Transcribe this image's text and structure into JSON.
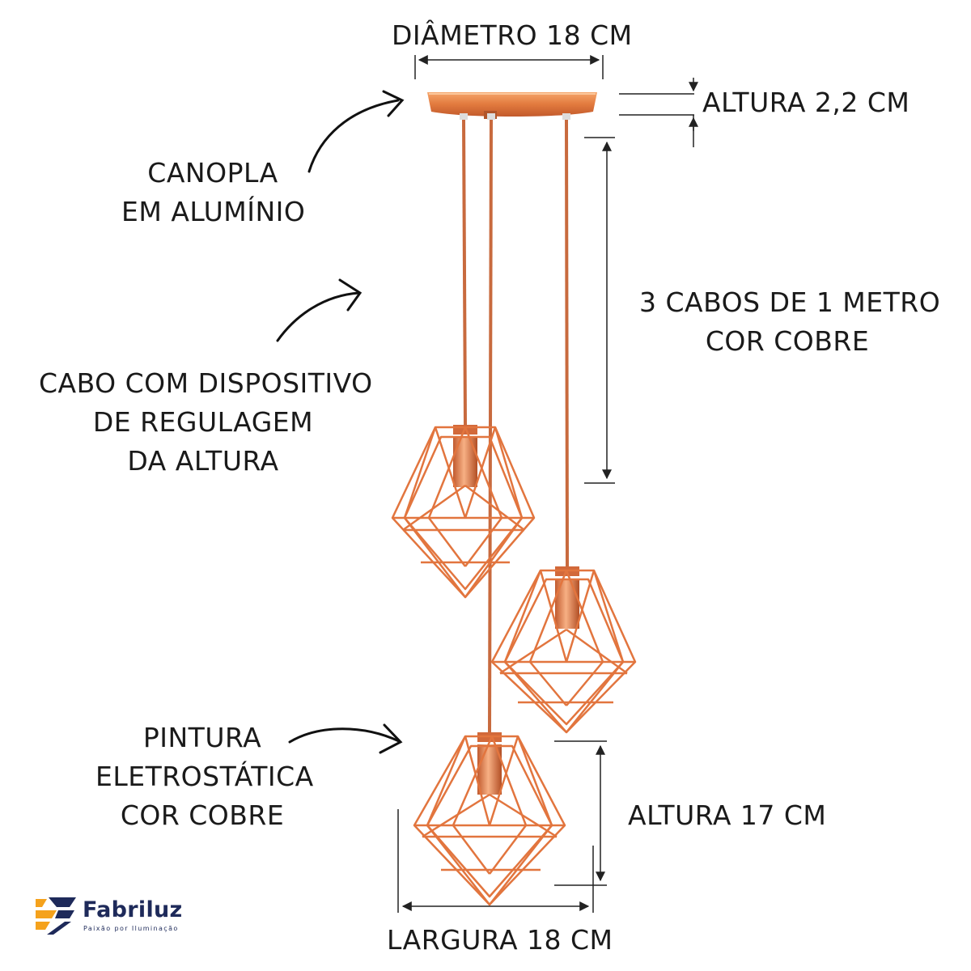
{
  "labels": {
    "diametro": "DIÂMETRO 18 CM",
    "altura_canopla": "ALTURA 2,2 CM",
    "canopla": [
      "CANOPLA",
      "EM ALUMÍNIO"
    ],
    "cabos": [
      "3 CABOS DE 1 METRO",
      "COR COBRE"
    ],
    "regulagem": [
      "CABO COM DISPOSITIVO",
      "DE REGULAGEM",
      "DA ALTURA"
    ],
    "pintura": [
      "PINTURA",
      "ELETROSTÁTICA",
      "COR COBRE"
    ],
    "altura_lustre": "ALTURA 17 CM",
    "largura": "LARGURA 18 CM"
  },
  "brand": {
    "name": "Fabriluz",
    "slogan": "Paixão por Iluminação"
  },
  "colors": {
    "copper": "#e2753e",
    "copper_dark": "#b8522a",
    "brand_orange": "#f5a21c",
    "brand_navy": "#1e2a5a",
    "text": "#1a1a1a"
  }
}
